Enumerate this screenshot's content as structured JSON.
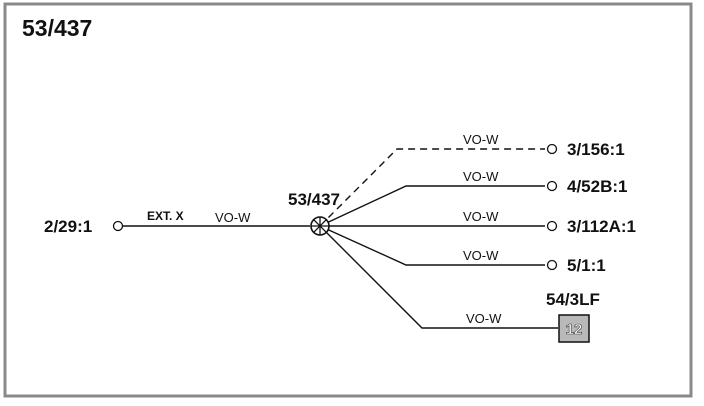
{
  "title": "53/437",
  "source": {
    "connector": "2/29:1",
    "extension": "EXT. X",
    "wire": "VO-W"
  },
  "splice": {
    "label": "53/437"
  },
  "branches": [
    {
      "wire": "VO-W",
      "connector": "3/156:1",
      "dashed": true
    },
    {
      "wire": "VO-W",
      "connector": "4/52B:1",
      "dashed": false
    },
    {
      "wire": "VO-W",
      "connector": "3/112A:1",
      "dashed": false
    },
    {
      "wire": "VO-W",
      "connector": "5/1:1",
      "dashed": false
    },
    {
      "wire": "VO-W",
      "connector": "54/3LF",
      "dashed": false,
      "ground_number": "12"
    }
  ]
}
